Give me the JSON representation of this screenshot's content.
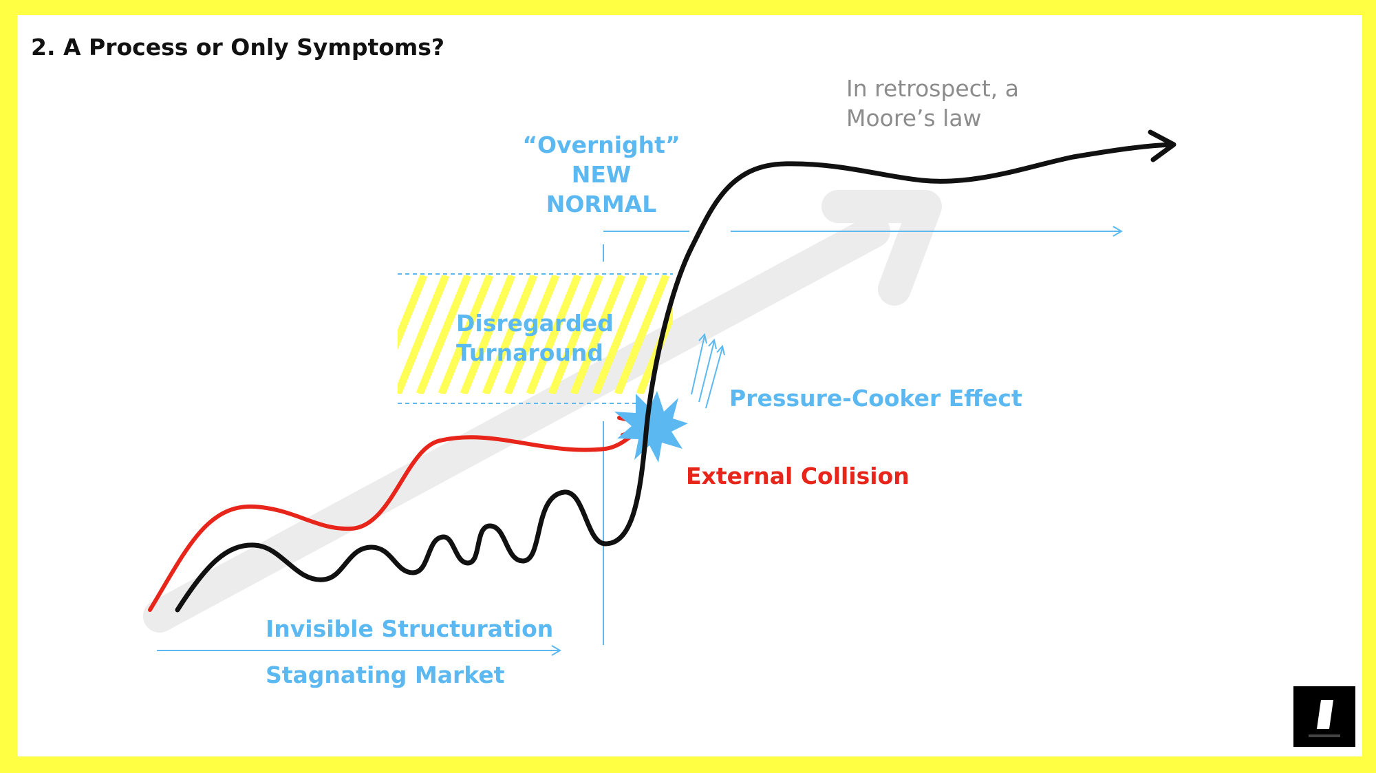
{
  "title": "2. A Process or Only Symptoms?",
  "labels": {
    "overnight": "“Overnight”",
    "new": "NEW",
    "normal": "NORMAL",
    "retrospect_line1": "In retrospect, a",
    "retrospect_line2": "Moore’s law",
    "disregarded": "Disregarded",
    "turnaround": "Turnaround",
    "pressure_cooker": "Pressure-Cooker Effect",
    "external_collision": "External Collision",
    "invisible_structuration": "Invisible Structuration",
    "stagnating_market": "Stagnating Market"
  },
  "colors": {
    "frame_yellow": "#ffff44",
    "label_blue": "#5bb8f0",
    "collision_red": "#e8251a",
    "curve_black": "#111111",
    "trend_grey": "#ececec",
    "hatch_yellow": "#ffff55",
    "retrospect_grey": "#8c8c8c"
  },
  "logo": {
    "name": "brand-logo"
  }
}
